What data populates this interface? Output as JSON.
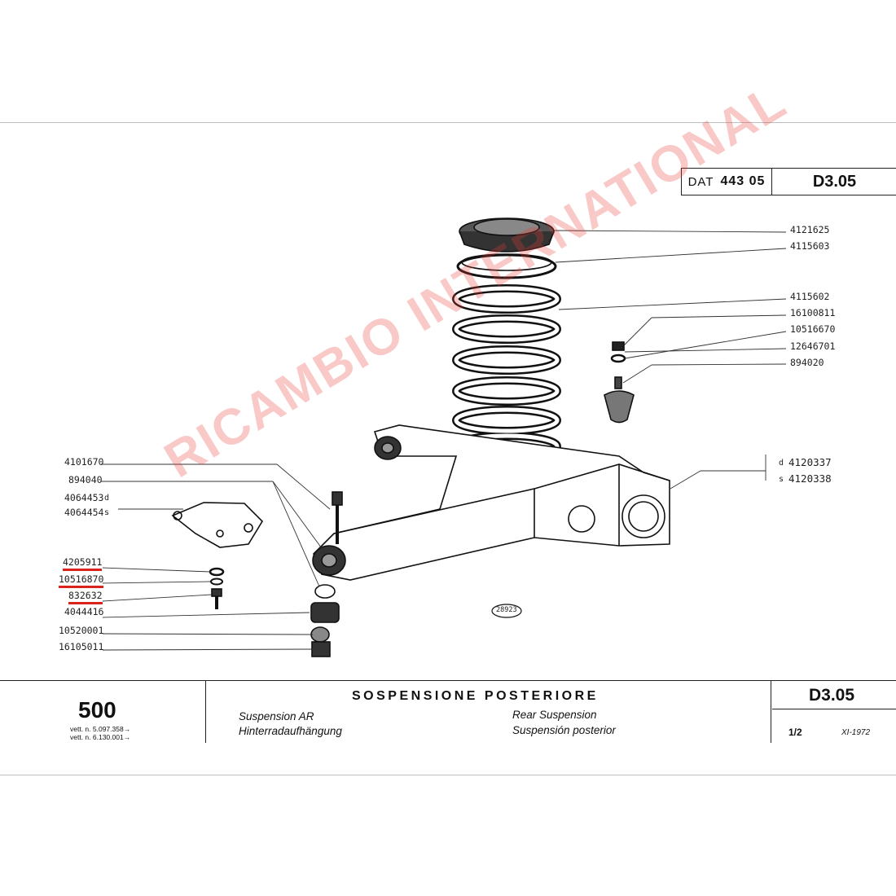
{
  "header": {
    "dat_label": "DAT",
    "dat_number": "443 05",
    "code": "D3.05"
  },
  "parts_right": [
    {
      "number": "4121625"
    },
    {
      "number": "4115603"
    },
    {
      "number": "4115602"
    },
    {
      "number": "16100811"
    },
    {
      "number": "10516670"
    },
    {
      "number": "12646701"
    },
    {
      "number": "894020"
    },
    {
      "number": "4120337",
      "side": "d"
    },
    {
      "number": "4120338",
      "side": "s"
    }
  ],
  "parts_left": [
    {
      "number": "4101670"
    },
    {
      "number": "894040"
    },
    {
      "number": "4064453",
      "side": "d"
    },
    {
      "number": "4064454",
      "side": "s"
    },
    {
      "number": "4205911",
      "highlighted": true
    },
    {
      "number": "10516870",
      "highlighted": true
    },
    {
      "number": "832632",
      "highlighted": true
    },
    {
      "number": "4044416"
    },
    {
      "number": "10520001"
    },
    {
      "number": "16105011"
    }
  ],
  "drawing_ref": "28923",
  "watermark": "RICAMBIO INTERNATIONAL",
  "footer": {
    "model": "500",
    "vett_1": "vett. n. 5.097.358→",
    "vett_2": "vett. n. 6.130.001→",
    "title": "SOSPENSIONE POSTERIORE",
    "fr": "Suspension AR",
    "de": "Hinterradaufhängung",
    "en": "Rear Suspension",
    "es": "Suspensión posterior",
    "code": "D3.05",
    "page": "1/2",
    "date": "XI-1972"
  },
  "colors": {
    "highlight": "#d9231c",
    "watermark": "#eb3c37",
    "ink": "#222222"
  }
}
